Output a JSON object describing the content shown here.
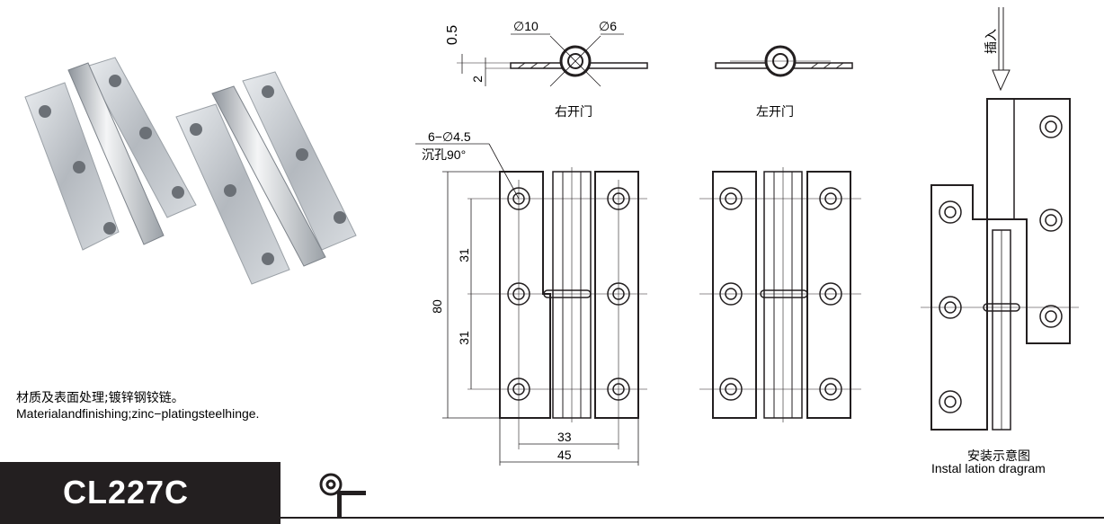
{
  "material": {
    "cn": "材质及表面处理;镀锌钢铰链。",
    "en": "Materialandfinishing;zinc−platingsteelhinge."
  },
  "model": {
    "code": "CL227C"
  },
  "views": {
    "right_door": "右开门",
    "left_door": "左开门",
    "insert": "插入",
    "install_cn": "安装示意图",
    "install_en": "Instal lation dragram"
  },
  "dimensions": {
    "thickness": "0.5",
    "leaf": "2",
    "dia_outer": "∅10",
    "dia_inner": "∅6",
    "holes": "6−∅4.5",
    "countersink": "沉孔90°",
    "height": "80",
    "pitch_top": "31",
    "pitch_bottom": "31",
    "hole_span": "33",
    "width": "45"
  },
  "colors": {
    "ink": "#231f20",
    "background": "#ffffff",
    "steel": "#b9bdc3"
  }
}
